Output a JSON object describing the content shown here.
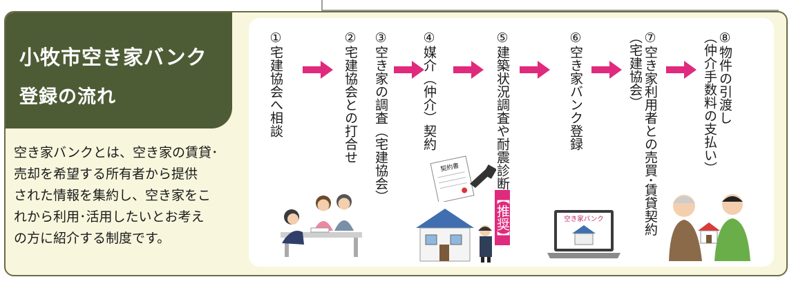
{
  "title": {
    "line1": "小牧市空き家バンク",
    "line2": "登録の流れ"
  },
  "description": [
    "空き家バンクとは、空き家の賃貸･",
    "売却を希望する所有者から提供",
    "された情報を集約し、空き家をこ",
    "れから利用･活用したいとお考え",
    "の方に紹介する制度です。"
  ],
  "steps": [
    {
      "main": "①宅建協会へ相談",
      "sub": ""
    },
    {
      "main": "②宅建協会との打合せ",
      "sub": ""
    },
    {
      "main": "③空き家の調査（宅建協会）",
      "sub": ""
    },
    {
      "main": "④媒介（仲介）契約",
      "sub": ""
    },
    {
      "main": "⑤建築状況調査や耐震診断",
      "sub": "【推奨】"
    },
    {
      "main": "⑥空き家バンク登録",
      "sub": ""
    },
    {
      "main": "⑦空き家利用者との売買･賃貸契約",
      "sub": "（宅建協会）"
    },
    {
      "main": "⑧物件の引渡し",
      "sub": "（仲介手数料の支払い）"
    }
  ],
  "illustrations": {
    "contract_doc": "契約書",
    "laptop_screen": "空き家バンク"
  },
  "colors": {
    "title_bg": "#4e5c36",
    "frame_bg": "#f8f6dd",
    "arrow": "#e02a7d"
  }
}
